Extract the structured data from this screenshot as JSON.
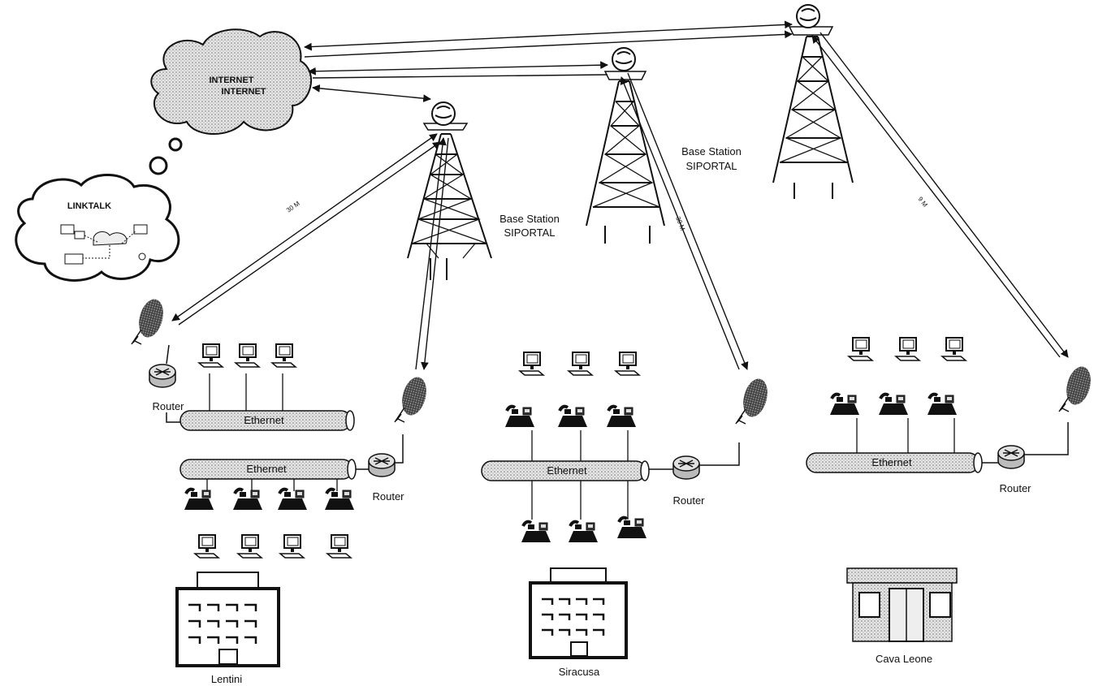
{
  "cloud_internet": {
    "line1": "INTERNET",
    "line2": "INTERNET"
  },
  "cloud_linktalk": {
    "title": "LINKTALK"
  },
  "base_station_1": {
    "line1": "Base Station",
    "line2": "SIPORTAL"
  },
  "base_station_2": {
    "line1": "Base Station",
    "line2": "SIPORTAL"
  },
  "link_distances": {
    "lentini": "30 M",
    "siracusa": "30 M",
    "cava_leone": "9 M"
  },
  "lentini": {
    "router_top": "Router",
    "router_bottom": "Router",
    "ethernet_top": "Ethernet",
    "ethernet_bottom": "Ethernet",
    "site_name": "Lentini"
  },
  "siracusa": {
    "router": "Router",
    "ethernet": "Ethernet",
    "site_name": "Siracusa"
  },
  "cava_leone": {
    "router": "Router",
    "ethernet": "Ethernet",
    "site_name": "Cava Leone"
  },
  "colors": {
    "line": "#111111",
    "bus_fill": "#d9d9d9",
    "cloud_fill": "#bdbdbd"
  }
}
